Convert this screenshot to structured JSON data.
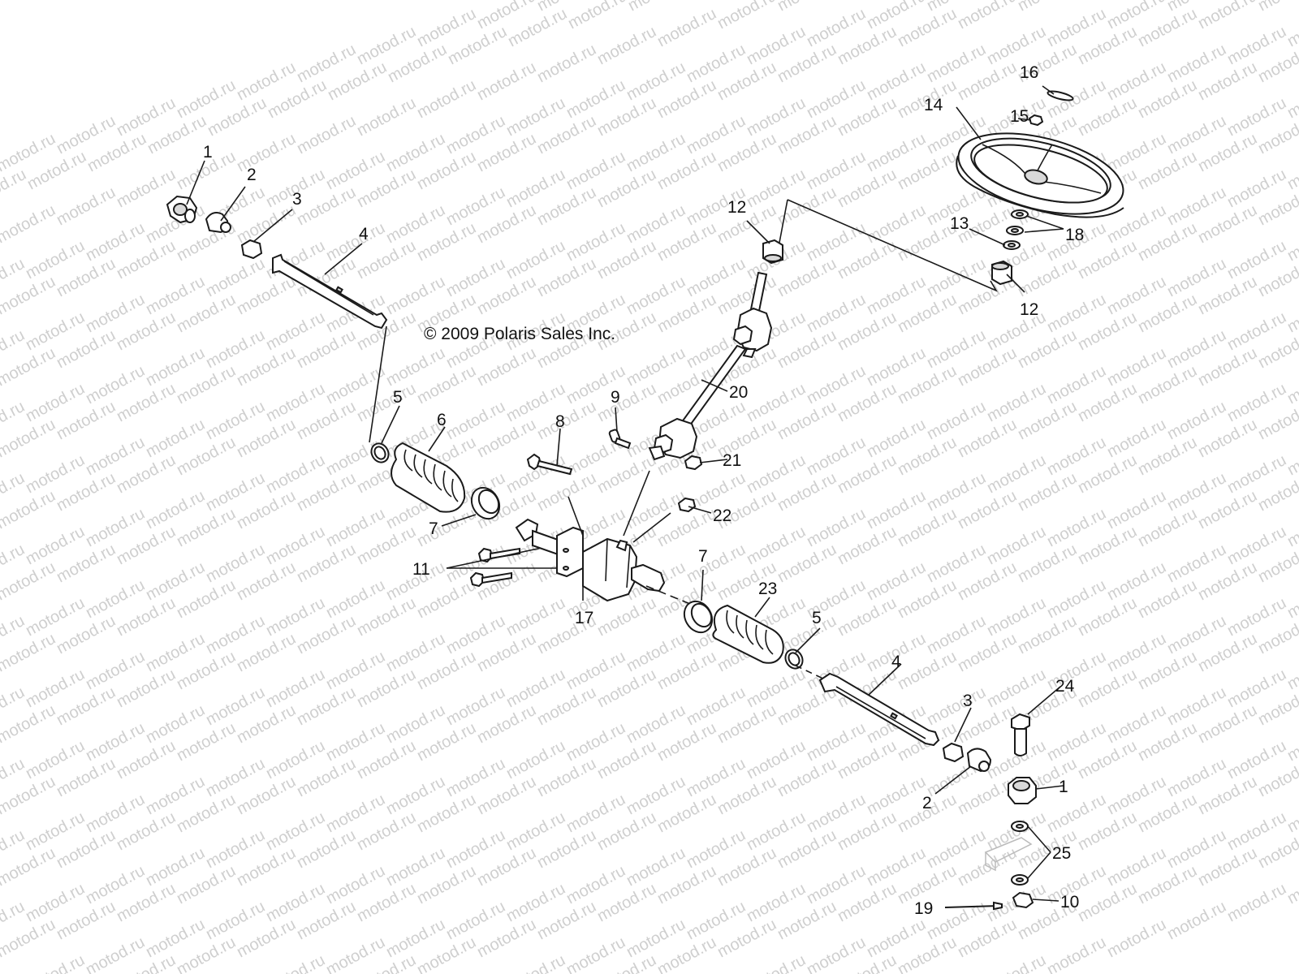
{
  "watermark": "motod.ru",
  "copyright": "© 2009 Polaris Sales Inc.",
  "callouts": {
    "c1a": "1",
    "c2a": "2",
    "c3a": "3",
    "c4a": "4",
    "c5a": "5",
    "c6": "6",
    "c7a": "7",
    "c8": "8",
    "c9": "9",
    "c11": "11",
    "c12a": "12",
    "c13": "13",
    "c14": "14",
    "c15": "15",
    "c16": "16",
    "c18": "18",
    "c12b": "12",
    "c20": "20",
    "c21": "21",
    "c22": "22",
    "c17": "17",
    "c7b": "7",
    "c23": "23",
    "c5b": "5",
    "c4b": "4",
    "c3b": "3",
    "c24": "24",
    "c2b": "2",
    "c1b": "1",
    "c25": "25",
    "c19": "19",
    "c10": "10"
  },
  "icons": {
    "part-1": "tie-rod-end-nut-icon",
    "part-4": "tie-rod-icon",
    "part-6": "rack-boot-icon",
    "part-14": "steering-wheel-icon",
    "part-17": "steering-rack-icon",
    "part-20": "steering-shaft-icon"
  }
}
